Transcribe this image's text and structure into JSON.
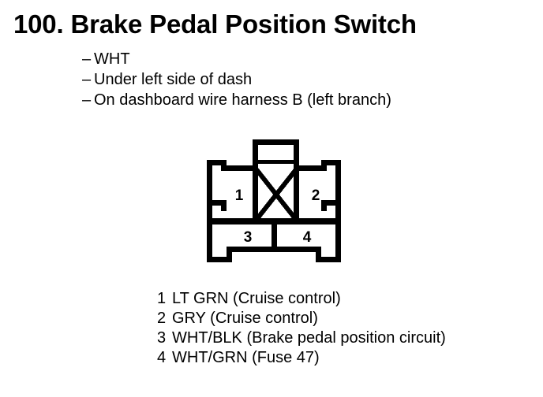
{
  "title": {
    "number": "100.",
    "text": "Brake Pedal Position Switch"
  },
  "bullets": [
    {
      "dash": "–",
      "text": "WHT"
    },
    {
      "dash": "–",
      "text": "Under left side of dash"
    },
    {
      "dash": "–",
      "text": "On dashboard wire harness B (left branch)"
    }
  ],
  "connector": {
    "name": "4-pin connector face view",
    "pins": [
      {
        "label": "1"
      },
      {
        "label": "2"
      },
      {
        "label": "3"
      },
      {
        "label": "4"
      }
    ],
    "keyway": "X-crossed blocked cavity"
  },
  "legend": [
    {
      "num": "1",
      "text": "LT GRN (Cruise control)"
    },
    {
      "num": "2",
      "text": "GRY (Cruise control)"
    },
    {
      "num": "3",
      "text": "WHT/BLK (Brake pedal position circuit)"
    },
    {
      "num": "4",
      "text": "WHT/GRN (Fuse 47)"
    }
  ],
  "colors": {
    "ink": "#000000",
    "paper": "#ffffff"
  }
}
